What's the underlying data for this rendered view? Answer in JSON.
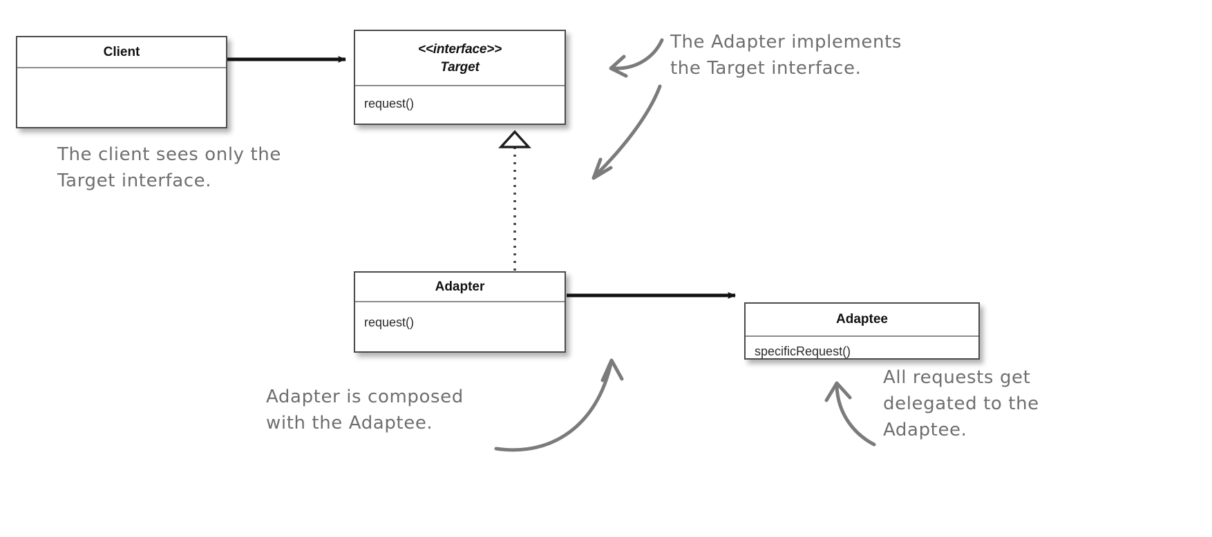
{
  "diagram": {
    "title": "Adapter Pattern class diagram",
    "type": "uml-class-diagram",
    "colors": {
      "box_border": "#4a4a4a",
      "box_fill": "#ffffff",
      "divider": "#8a8a8a",
      "connector": "#111111",
      "annotation_text": "#6e6e6e",
      "background": "#ffffff"
    }
  },
  "classes": {
    "client": {
      "name": "Client",
      "stereotype": "",
      "members": []
    },
    "target": {
      "stereotype": "<<interface>>",
      "name": "Target",
      "members": [
        "request()"
      ]
    },
    "adapter": {
      "name": "Adapter",
      "stereotype": "",
      "members": [
        "request()"
      ]
    },
    "adaptee": {
      "name": "Adaptee",
      "stereotype": "",
      "members": [
        "specificRequest()"
      ]
    }
  },
  "relations": [
    {
      "id": "client-uses-target",
      "from": "Client",
      "to": "Target",
      "kind": "association",
      "line": "solid",
      "arrowhead": "filled-triangle"
    },
    {
      "id": "adapter-implements-target",
      "from": "Adapter",
      "to": "Target",
      "kind": "realization",
      "line": "dotted",
      "arrowhead": "hollow-triangle"
    },
    {
      "id": "adapter-composed-adaptee",
      "from": "Adapter",
      "to": "Adaptee",
      "kind": "association",
      "line": "solid",
      "arrowhead": "filled-triangle"
    }
  ],
  "annotations": {
    "client_note": "The client sees only the\nTarget interface.",
    "adapter_implements_note": "The Adapter implements\nthe Target interface.",
    "composed_note": "Adapter is composed\nwith the Adaptee.",
    "delegated_note": "All requests get\ndelegated to the\nAdaptee."
  }
}
